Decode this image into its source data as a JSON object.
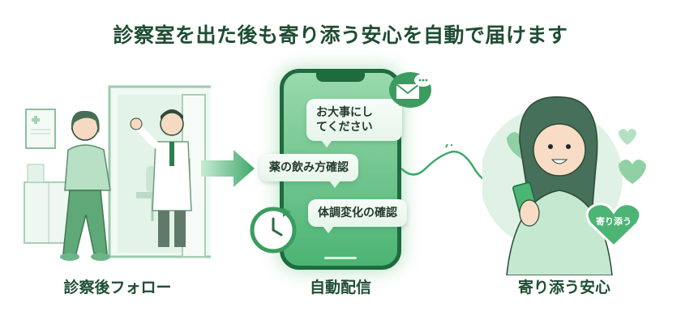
{
  "title": "診察室を出た後も寄り添う安心を自動で届けます",
  "colors": {
    "title_text": "#1f4d33",
    "primary_green": "#3fa86a",
    "dark_green": "#1e6b3e",
    "light_green": "#cfeed9",
    "pale_green": "#e8f6ec"
  },
  "panels": [
    {
      "caption": "診察後フォロー",
      "scene": "patient-leaving-clinic-doctor-waving"
    },
    {
      "caption": "自動配信",
      "scene": "smartphone-with-messages"
    },
    {
      "caption": "寄り添う安心",
      "scene": "smiling-woman-with-phone"
    }
  ],
  "phone": {
    "messages": [
      {
        "line1": "お大事にし",
        "line2": "てください"
      },
      {
        "text": "薬の飲み方確認"
      },
      {
        "text": "体調変化の確認"
      }
    ],
    "icons": [
      "mail-chat-icon",
      "clock-refresh-icon"
    ]
  },
  "heart_badge": "寄り添う"
}
